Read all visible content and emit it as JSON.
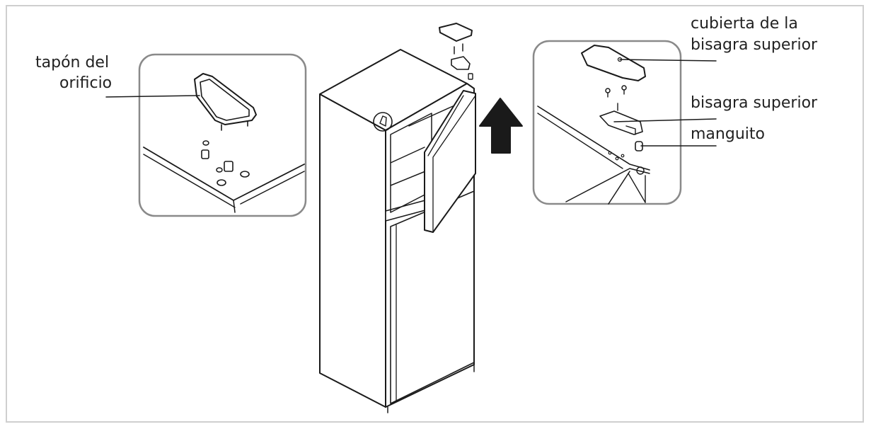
{
  "labels": {
    "hole_plug_line1": "tapón del",
    "hole_plug_line2": "orificio",
    "hinge_cover_line1": "cubierta de la",
    "hinge_cover_line2": "bisagra superior",
    "top_hinge": "bisagra superior",
    "sleeve": "manguito"
  },
  "colors": {
    "line": "#1a1a1a",
    "frame": "#cfcfcf",
    "inset_border": "#8a8a8a",
    "arrow": "#1a1a1a"
  },
  "icons": {
    "direction": "arrow-up-icon"
  }
}
